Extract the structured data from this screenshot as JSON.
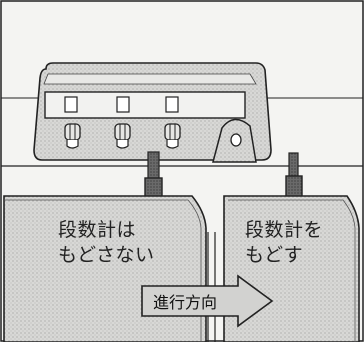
{
  "left_note": {
    "line1": "段数計は",
    "line2": "もどさない"
  },
  "right_note": {
    "line1": "段数計を",
    "line2": "もどす"
  },
  "direction_label": "進行方向",
  "colors": {
    "line": "#222222",
    "panel_fill": "#d6d6d4",
    "paper": "#f4f4f2",
    "arrow_fill": "#cfcfcd",
    "needle_fill": "#6e6e6e"
  }
}
